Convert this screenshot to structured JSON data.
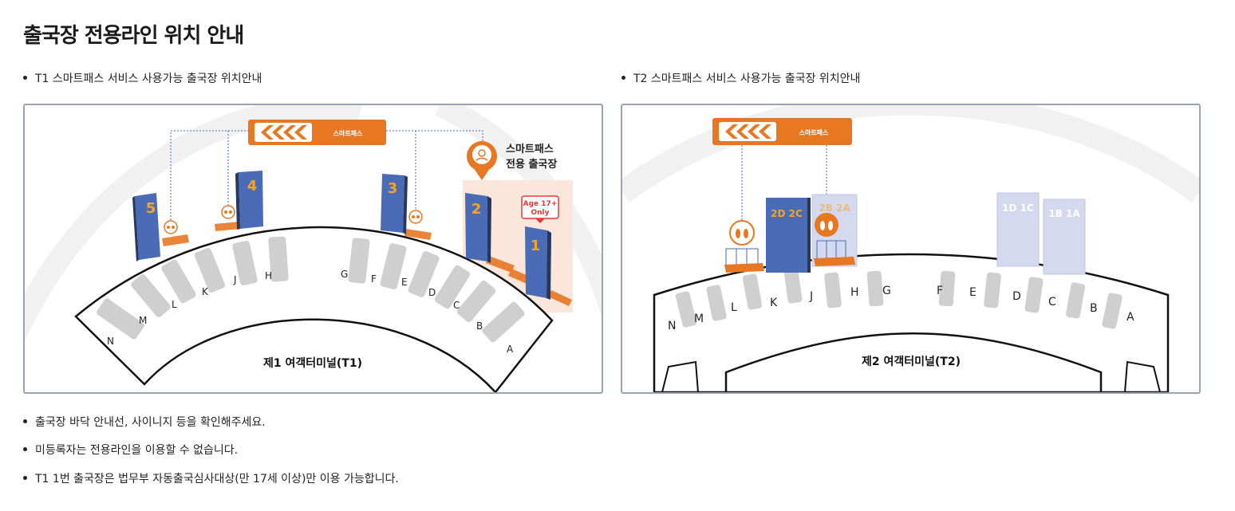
{
  "page": {
    "title": "출국장 전용라인 위치 안내"
  },
  "t1": {
    "subtitle": "T1 스마트패스 서비스 사용가능 출국장 위치안내",
    "terminal_name": "제1 여객터미널(T1)",
    "smartpass_label_line1": "스마트패스",
    "smartpass_label_line2": "전용 출국장",
    "age_badge_line1": "Age 17+",
    "age_badge_line2": "Only",
    "banner_text": "스마트패스",
    "gates": {
      "g1": "1",
      "g2": "2",
      "g3": "3",
      "g4": "4",
      "g5": "5"
    },
    "counters": {
      "A": "A",
      "B": "B",
      "C": "C",
      "D": "D",
      "E": "E",
      "F": "F",
      "G": "G",
      "H": "H",
      "J": "J",
      "K": "K",
      "L": "L",
      "M": "M",
      "N": "N"
    }
  },
  "t2": {
    "subtitle": "T2 스마트패스 서비스 사용가능 출국장 위치안내",
    "terminal_name": "제2 여객터미널(T2)",
    "banner_text": "스마트패스",
    "gates": {
      "g2d2c": "2D 2C",
      "g2b2a": "2B 2A",
      "g1d1c": "1D 1C",
      "g1b1a": "1B 1A"
    },
    "counters": {
      "A": "A",
      "B": "B",
      "C": "C",
      "D": "D",
      "E": "E",
      "F": "F",
      "G": "G",
      "H": "H",
      "J": "J",
      "K": "K",
      "L": "L",
      "M": "M",
      "N": "N"
    }
  },
  "notes": [
    "출국장 바닥 안내선, 사이니지 등을 확인해주세요.",
    "미등록자는 전용라인을 이용할 수 없습니다.",
    "T1 1번 출국장은 법무부 자동출국심사대상(만 17세 이상)만 이용 가능합니다."
  ],
  "colors": {
    "accent_orange": "#e87722",
    "gate_blue": "#4a6bb5",
    "gate_light": "#d4d9ef",
    "counter_gray": "#c8c8c8",
    "zone_pink": "#fbe6dc"
  }
}
